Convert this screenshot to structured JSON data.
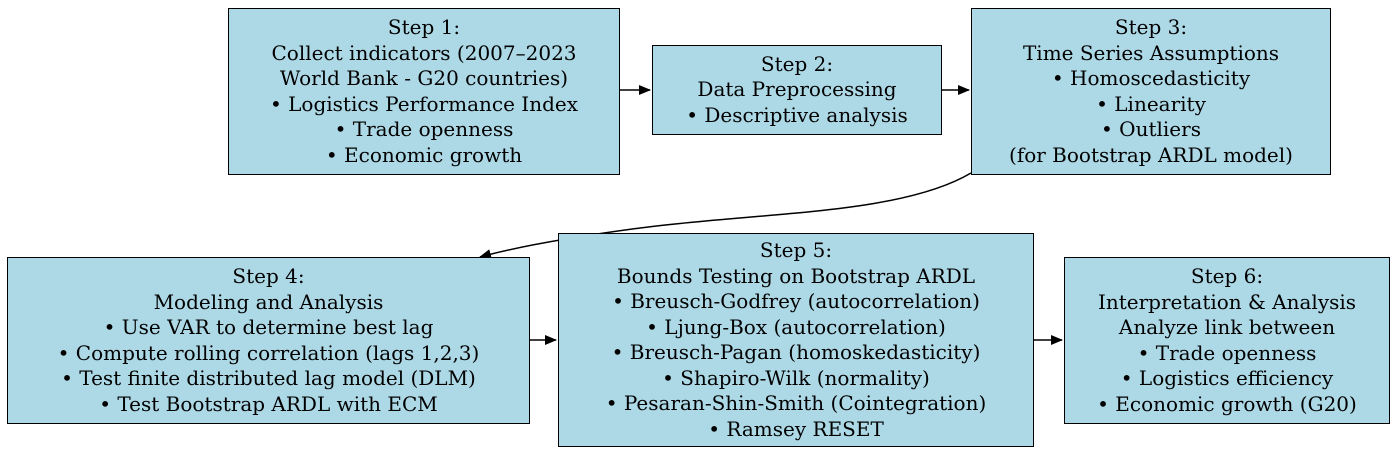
{
  "diagram": {
    "colors": {
      "node_fill": "#add8e6",
      "node_border": "#000000",
      "edge": "#000000"
    },
    "nodes": [
      {
        "id": "step1",
        "lines": [
          "Step 1:",
          "Collect indicators (2007–2023",
          "World Bank - G20 countries)",
          "• Logistics Performance Index",
          "• Trade openness",
          "• Economic growth"
        ]
      },
      {
        "id": "step2",
        "lines": [
          "Step 2:",
          "Data Preprocessing",
          "• Descriptive analysis"
        ]
      },
      {
        "id": "step3",
        "lines": [
          "Step 3:",
          "Time Series Assumptions",
          "• Homoscedasticity",
          "• Linearity",
          "• Outliers",
          "(for Bootstrap ARDL model)"
        ]
      },
      {
        "id": "step4",
        "lines": [
          "Step 4:",
          "Modeling and Analysis",
          "• Use VAR to determine best lag",
          "• Compute rolling correlation (lags 1,2,3)",
          "• Test finite distributed lag model (DLM)",
          "• Test Bootstrap ARDL with ECM"
        ]
      },
      {
        "id": "step5",
        "lines": [
          "Step 5:",
          "Bounds Testing on Bootstrap ARDL",
          "• Breusch-Godfrey (autocorrelation)",
          "• Ljung-Box (autocorrelation)",
          "• Breusch-Pagan (homoskedasticity)",
          "• Shapiro-Wilk (normality)",
          "• Pesaran-Shin-Smith (Cointegration)",
          "• Ramsey RESET"
        ]
      },
      {
        "id": "step6",
        "lines": [
          "Step 6:",
          "Interpretation & Analysis",
          "Analyze link between",
          "• Trade openness",
          "• Logistics efficiency",
          "• Economic growth (G20)"
        ]
      }
    ],
    "edges": [
      {
        "from": "step1",
        "to": "step2"
      },
      {
        "from": "step2",
        "to": "step3"
      },
      {
        "from": "step3",
        "to": "step4"
      },
      {
        "from": "step4",
        "to": "step5"
      },
      {
        "from": "step5",
        "to": "step6"
      }
    ]
  }
}
